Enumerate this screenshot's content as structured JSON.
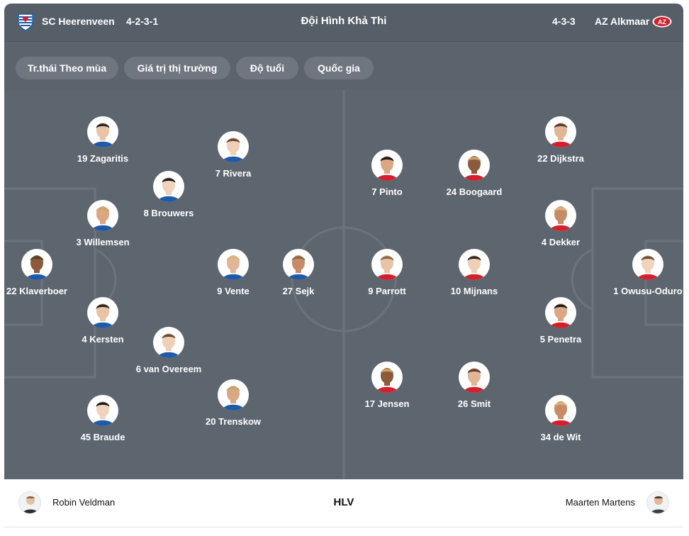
{
  "header": {
    "home_team": "SC Heerenveen",
    "home_formation": "4-2-3-1",
    "title": "Đội Hình Khả Thi",
    "away_formation": "4-3-3",
    "away_team": "AZ Alkmaar",
    "home_logo_icon": "heerenveen-crest-icon",
    "away_logo_icon": "az-crest-icon"
  },
  "filters": [
    "Tr.thái Theo mùa",
    "Giá trị thị trường",
    "Độ tuổi",
    "Quốc gia"
  ],
  "home_players": [
    {
      "label": "19 Zagaritis"
    },
    {
      "label": "7 Rivera"
    },
    {
      "label": "8 Brouwers"
    },
    {
      "label": "3 Willemsen"
    },
    {
      "label": "22 Klaverboer"
    },
    {
      "label": "9 Vente"
    },
    {
      "label": "27 Sejk"
    },
    {
      "label": "4 Kersten"
    },
    {
      "label": "6 van Overeem"
    },
    {
      "label": "45 Braude"
    },
    {
      "label": "20 Trenskow"
    }
  ],
  "away_players": [
    {
      "label": "7 Pinto"
    },
    {
      "label": "24 Boogaard"
    },
    {
      "label": "22 Dijkstra"
    },
    {
      "label": "4 Dekker"
    },
    {
      "label": "9 Parrott"
    },
    {
      "label": "10 Mijnans"
    },
    {
      "label": "1 Owusu-Oduro"
    },
    {
      "label": "5 Penetra"
    },
    {
      "label": "17 Jensen"
    },
    {
      "label": "26 Smit"
    },
    {
      "label": "34 de Wit"
    }
  ],
  "footer": {
    "home_coach": "Robin Veldman",
    "label": "HLV",
    "away_coach": "Maarten Martens"
  },
  "colors": {
    "header_bg": "#565e68",
    "pitch_bg": "#5d656f",
    "chip_bg": "#6f7680",
    "line": "#6b737d",
    "home_accent": "#1f5aa8",
    "away_accent": "#d4202c"
  }
}
